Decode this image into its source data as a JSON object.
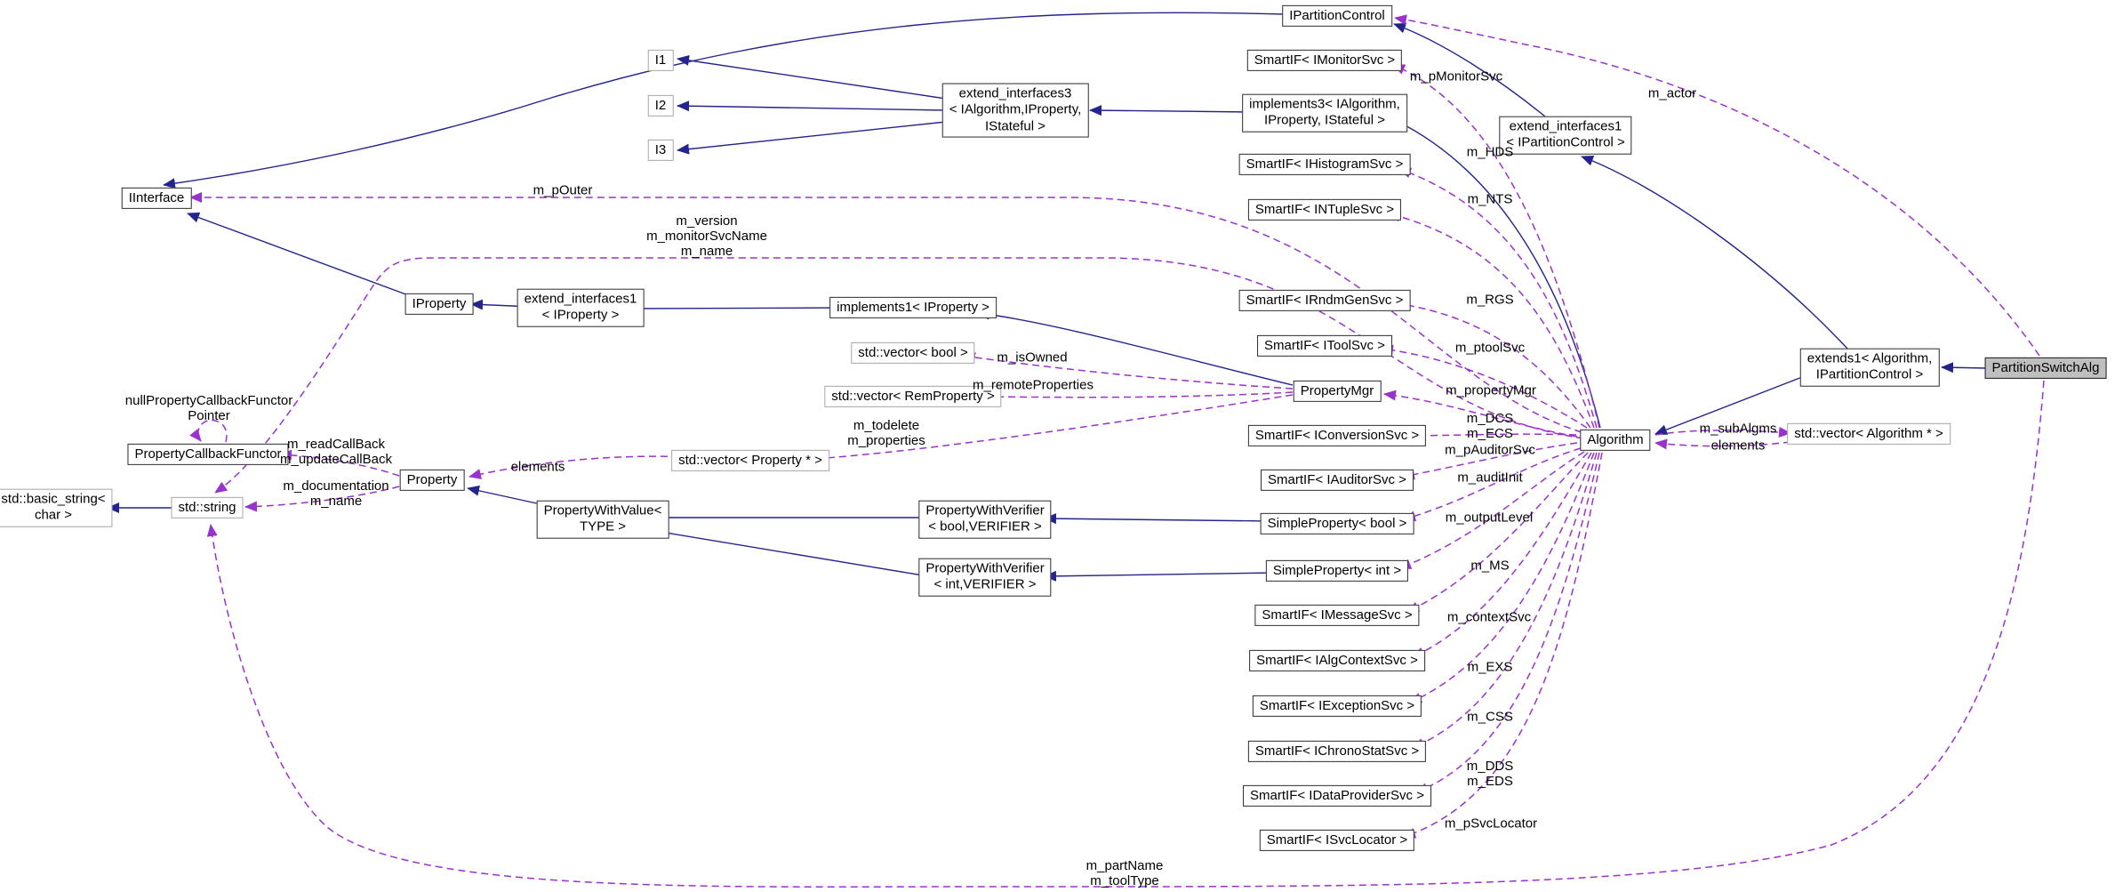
{
  "diagram": {
    "kind": "doxygen-collaboration-graph",
    "highlighted_class": "PartitionSwitchAlg",
    "colors": {
      "inheritance_edge": "#24248f",
      "usage_edge": "#9a32cd",
      "node_border": "#2b2b2b",
      "template_node_border": "#a6a6a6",
      "highlight_node_bg": "#bfbfbf",
      "background": "#ffffff"
    }
  },
  "nodes": [
    {
      "id": "ipartitioncontrol",
      "label": "IPartitionControl"
    },
    {
      "id": "i1",
      "label": "I1"
    },
    {
      "id": "i2",
      "label": "I2"
    },
    {
      "id": "i3",
      "label": "I3"
    },
    {
      "id": "extend-interfaces3",
      "label": "extend_interfaces3\n< IAlgorithm,IProperty,\nIStateful >"
    },
    {
      "id": "smartif-imonitorsvc",
      "label": "SmartIF< IMonitorSvc >"
    },
    {
      "id": "implements3",
      "label": "implements3< IAlgorithm,\nIProperty, IStateful >"
    },
    {
      "id": "extend-interfaces1-ipartitioncontrol",
      "label": "extend_interfaces1\n< IPartitionControl >"
    },
    {
      "id": "smartif-ihistogramsvc",
      "label": "SmartIF< IHistogramSvc >"
    },
    {
      "id": "smartif-intuplesvc",
      "label": "SmartIF< INTupleSvc >"
    },
    {
      "id": "smartif-irndmgensvc",
      "label": "SmartIF< IRndmGenSvc >"
    },
    {
      "id": "smartif-itoolsvc",
      "label": "SmartIF< IToolSvc >"
    },
    {
      "id": "propertymgr",
      "label": "PropertyMgr"
    },
    {
      "id": "smartif-iconversionsvc",
      "label": "SmartIF< IConversionSvc >"
    },
    {
      "id": "smartif-iauditorsvc",
      "label": "SmartIF< IAuditorSvc >"
    },
    {
      "id": "simpleproperty-bool",
      "label": "SimpleProperty< bool >"
    },
    {
      "id": "simpleproperty-int",
      "label": "SimpleProperty< int >"
    },
    {
      "id": "smartif-imessagesvc",
      "label": "SmartIF< IMessageSvc >"
    },
    {
      "id": "smartif-ialgcontextsvc",
      "label": "SmartIF< IAlgContextSvc >"
    },
    {
      "id": "smartif-iexceptionsvc",
      "label": "SmartIF< IExceptionSvc >"
    },
    {
      "id": "smartif-ichronostatsvc",
      "label": "SmartIF< IChronoStatSvc >"
    },
    {
      "id": "smartif-idataprovidersvc",
      "label": "SmartIF< IDataProviderSvc >"
    },
    {
      "id": "smartif-isvclocator",
      "label": "SmartIF< ISvcLocator >"
    },
    {
      "id": "iinterface",
      "label": "IInterface"
    },
    {
      "id": "iproperty",
      "label": "IProperty"
    },
    {
      "id": "extend-interfaces1-iproperty",
      "label": "extend_interfaces1\n< IProperty >"
    },
    {
      "id": "implements1-iproperty",
      "label": "implements1< IProperty >"
    },
    {
      "id": "std-vector-bool",
      "label": "std::vector< bool >"
    },
    {
      "id": "std-vector-remproperty",
      "label": "std::vector< RemProperty >"
    },
    {
      "id": "std-vector-property-ptr",
      "label": "std::vector< Property * >"
    },
    {
      "id": "propertycallbackfunctor",
      "label": "PropertyCallbackFunctor"
    },
    {
      "id": "std-basic-string-char",
      "label": "std::basic_string<\nchar >"
    },
    {
      "id": "std-string",
      "label": "std::string"
    },
    {
      "id": "property",
      "label": "Property"
    },
    {
      "id": "propertywithvalue-type",
      "label": "PropertyWithValue<\nTYPE >"
    },
    {
      "id": "propertywithverifier-bool",
      "label": "PropertyWithVerifier\n< bool,VERIFIER >"
    },
    {
      "id": "propertywithverifier-int",
      "label": "PropertyWithVerifier\n< int,VERIFIER >"
    },
    {
      "id": "algorithm",
      "label": "Algorithm"
    },
    {
      "id": "extends1-algorithm-ipartitioncontrol",
      "label": "extends1< Algorithm,\nIPartitionControl >"
    },
    {
      "id": "partitionswitchalg",
      "label": "PartitionSwitchAlg"
    },
    {
      "id": "std-vector-algorithm-ptr",
      "label": "std::vector< Algorithm * >"
    }
  ],
  "edge_labels": [
    {
      "id": "m-pouter",
      "text": "m_pOuter"
    },
    {
      "id": "m-version-group",
      "text": "m_version\nm_monitorSvcName\nm_name"
    },
    {
      "id": "m-pmonitorsvc",
      "text": "m_pMonitorSvc"
    },
    {
      "id": "m-actor",
      "text": "m_actor"
    },
    {
      "id": "m-hds",
      "text": "m_HDS"
    },
    {
      "id": "m-nts",
      "text": "m_NTS"
    },
    {
      "id": "m-rgs",
      "text": "m_RGS"
    },
    {
      "id": "m-ptoolsvc",
      "text": "m_ptoolSvc"
    },
    {
      "id": "m-propertymgr",
      "text": "m_propertyMgr"
    },
    {
      "id": "m-dcs-ecs",
      "text": "m_DCS\nm_ECS"
    },
    {
      "id": "m-pauditorsvc",
      "text": "m_pAuditorSvc"
    },
    {
      "id": "m-auditinit",
      "text": "m_auditInit"
    },
    {
      "id": "m-outputlevel",
      "text": "m_outputLevel"
    },
    {
      "id": "m-ms",
      "text": "m_MS"
    },
    {
      "id": "m-contextsvc",
      "text": "m_contextSvc"
    },
    {
      "id": "m-exs",
      "text": "m_EXS"
    },
    {
      "id": "m-css",
      "text": "m_CSS"
    },
    {
      "id": "m-dds-eds",
      "text": "m_DDS\nm_EDS"
    },
    {
      "id": "m-psvclocator",
      "text": "m_pSvcLocator"
    },
    {
      "id": "m-partname-tooltype",
      "text": "m_partName\nm_toolType"
    },
    {
      "id": "m-isowned",
      "text": "m_isOwned"
    },
    {
      "id": "m-remoteproperties",
      "text": "m_remoteProperties"
    },
    {
      "id": "m-todelete-properties",
      "text": "m_todelete\nm_properties"
    },
    {
      "id": "elements-left",
      "text": "elements"
    },
    {
      "id": "nullpropertycallbackfunctor-pointer",
      "text": "nullPropertyCallbackFunctor\nPointer"
    },
    {
      "id": "m-readcallback-updatecallback",
      "text": "m_readCallBack\nm_updateCallBack"
    },
    {
      "id": "m-documentation-name",
      "text": "m_documentation\nm_name"
    },
    {
      "id": "m-subalgms",
      "text": "m_subAlgms"
    },
    {
      "id": "elements-right",
      "text": "elements"
    }
  ]
}
